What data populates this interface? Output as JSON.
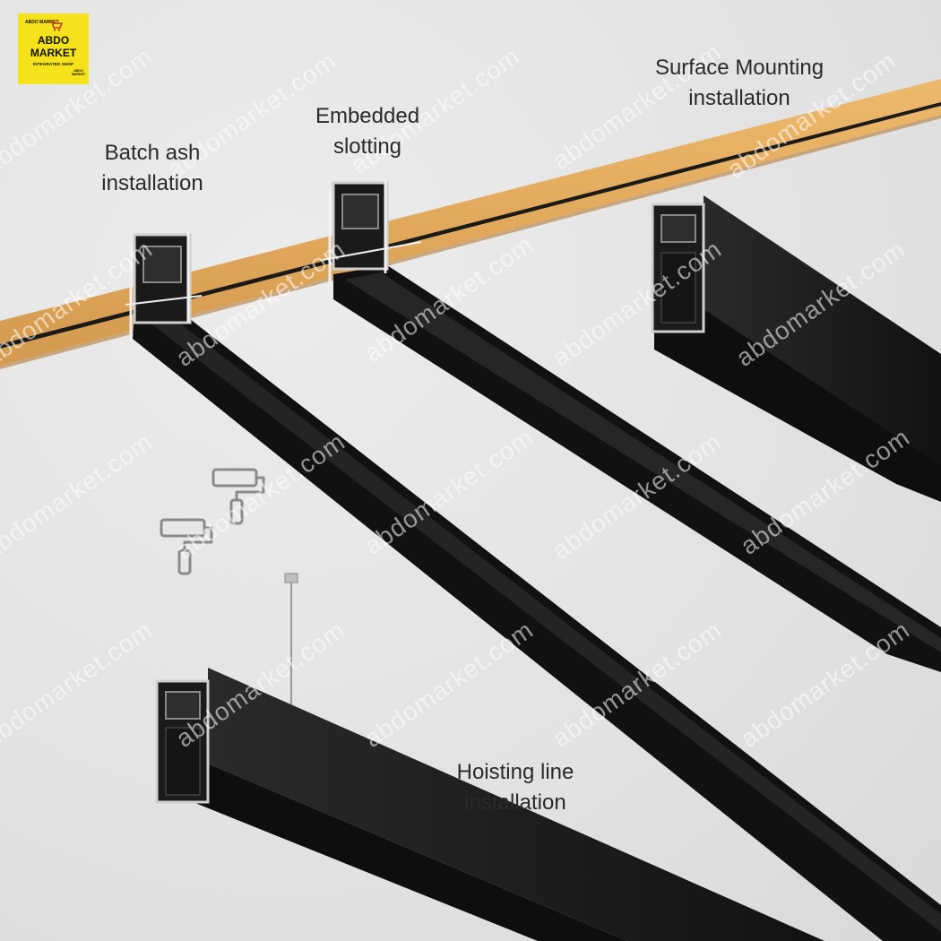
{
  "logo": {
    "top_small": "ABDO MARKET",
    "name_line1": "ABDO",
    "name_line2": "MARKET",
    "tagline": "INTEGRATED SHOP",
    "badge": "ABDO MARKET",
    "icon": "shopping-cart-icon",
    "color": "#f6e21a"
  },
  "labels": {
    "batch": [
      "Batch ash",
      "installation"
    ],
    "embedded": [
      "Embedded",
      "slotting"
    ],
    "surface": [
      "Surface Mounting",
      "installation"
    ],
    "hoisting": [
      "Hoisting line",
      "installation"
    ]
  },
  "watermark": "abdomarket.com",
  "colors": {
    "wood": "#e2a95c",
    "track": "#161616",
    "wall": "#e3e3e3"
  },
  "icons": [
    "paint-roller-icon",
    "suspension-wire-icon"
  ]
}
